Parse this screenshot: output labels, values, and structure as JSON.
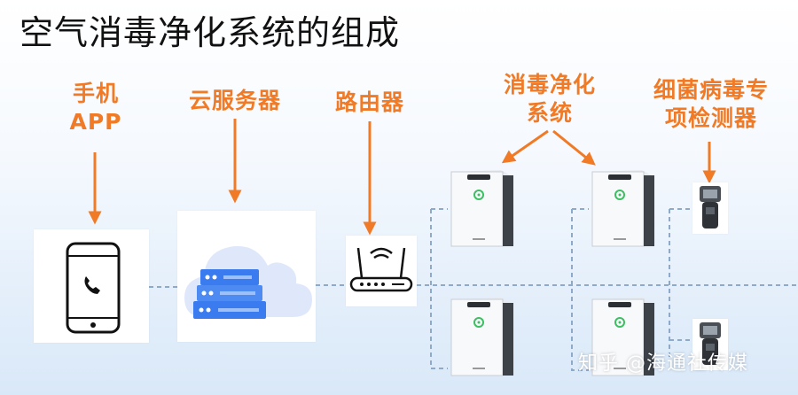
{
  "title": "空气消毒净化系统的组成",
  "labels": {
    "phone_line1": "手机",
    "phone_line2": "APP",
    "cloud": "云服务器",
    "router": "路由器",
    "purifier_line1": "消毒净化",
    "purifier_line2": "系统",
    "detector_line1": "细菌病毒专",
    "detector_line2": "项检测器"
  },
  "watermark": "知乎 @海通社传媒",
  "colors": {
    "accent": "#f07a25",
    "link": "#8faac8",
    "server": "#3a7bf0",
    "cloud": "#dfe8fb"
  },
  "icons": {
    "phone": "phone-icon",
    "cloud": "cloud-server-icon",
    "router": "router-icon",
    "purifier": "air-purifier-icon",
    "detector": "detector-icon"
  }
}
